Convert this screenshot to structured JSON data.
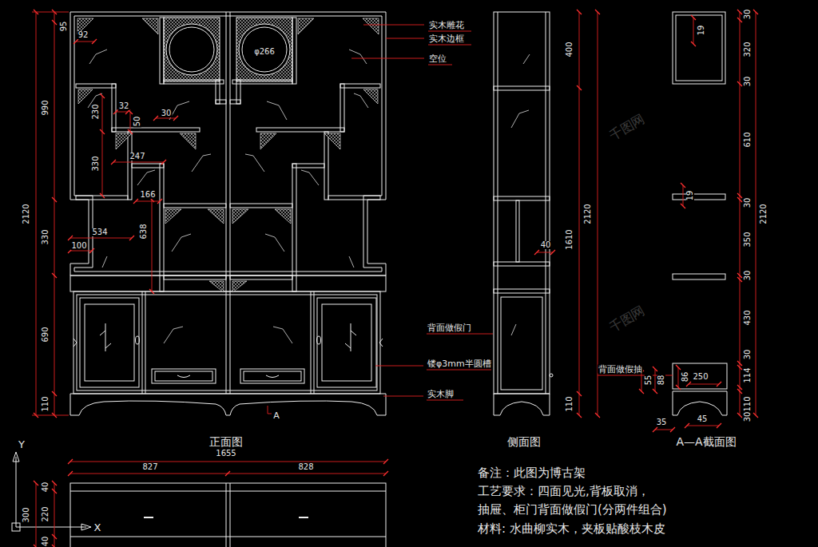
{
  "diagram": {
    "labels": [
      "95",
      "92",
      "990",
      "2120",
      "330",
      "690",
      "110",
      "230",
      "32",
      "50",
      "30",
      "330",
      "247",
      "166",
      "638",
      "534",
      "100",
      "φ266",
      "实木雕花",
      "实木边框",
      "空位",
      "背面做假门",
      "镂φ3mm半圆槽",
      "实木脚",
      "A",
      "正面图",
      "1655",
      "827",
      "828",
      "300",
      "40",
      "220",
      "40",
      "Y",
      "X",
      "400",
      "2120",
      "1610",
      "110",
      "40",
      "侧面图",
      "19",
      "19",
      "背面做假抽",
      "86",
      "250",
      "55",
      "88",
      "35",
      "45",
      "A—A截面图",
      "30",
      "320",
      "30",
      "610",
      "30",
      "350",
      "30",
      "430",
      "30",
      "114",
      "110",
      "30",
      "2120",
      "备注：此图为博古架",
      "工艺要求：四面见光,背板取消，",
      "抽屉、柜门背面做假门(分两件组合)",
      "材料: 水曲柳实木，夹板贴酸枝木皮",
      "千图网",
      "千图网"
    ]
  }
}
